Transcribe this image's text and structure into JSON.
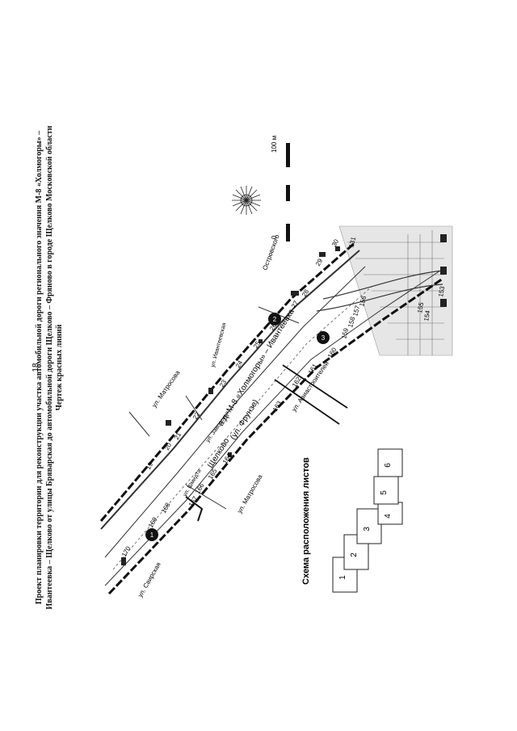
{
  "page_number": "18",
  "title_lines": [
    "Проект планировки территории для реконструкции участка автомобильной дороги регионального значения М-8 «Холмогоры» –",
    "Ивантеевка – Щелково от улицы Бряварская до автомобильной дороги Щелково – Фряново в городе Щелково Московской области",
    "Чертеж красных линий"
  ],
  "scale_bar": {
    "zero": "0",
    "end": "100 м"
  },
  "road_labels": {
    "main_road": "а.д. М-8 «Холмогоры» – Ивантеевка",
    "shchelkovo": "Щелково",
    "frunze": "(ул. Фрунзе)"
  },
  "street_labels": [
    "ул. Свирская",
    "ул. Матросова",
    "ул. Матросова",
    "ул. Шмидта",
    "ул. Заводская",
    "ул. Ивантеевская",
    "Островского",
    "ул. Авиастроителей"
  ],
  "point_numbers_top": [
    "170",
    "169",
    "168",
    "19",
    "20",
    "21",
    "22",
    "23",
    "24",
    "25",
    "26",
    "27",
    "28",
    "29",
    "30",
    "131"
  ],
  "point_numbers_bottom": [
    "167",
    "166",
    "165",
    "164",
    "163",
    "162",
    "161",
    "160",
    "159",
    "158",
    "157",
    "156",
    "155",
    "154",
    "153"
  ],
  "markers": [
    "1",
    "2",
    "3"
  ],
  "sheet_layout": {
    "title": "Схема расположения листов",
    "sheets": [
      "1",
      "2",
      "3",
      "4",
      "5",
      "6"
    ]
  }
}
